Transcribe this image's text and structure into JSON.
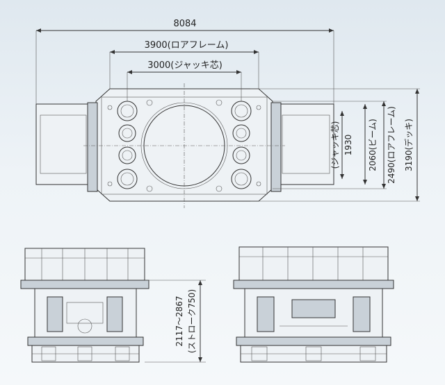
{
  "dimensions": {
    "overall_width": "8084",
    "lower_frame_width": "3900(ロアフレーム)",
    "jack_center_width": "3000(ジャッキ芯)",
    "jack_center_depth_label": "(ジャッキ芯)",
    "jack_center_depth_value": "1930",
    "beam_depth": "2060(ビーム)",
    "lower_frame_depth": "2490(ロアフレーム)",
    "deck_depth": "3190(デッキ)",
    "height_range": "2117〜2867",
    "stroke": "(ストローク750)"
  }
}
